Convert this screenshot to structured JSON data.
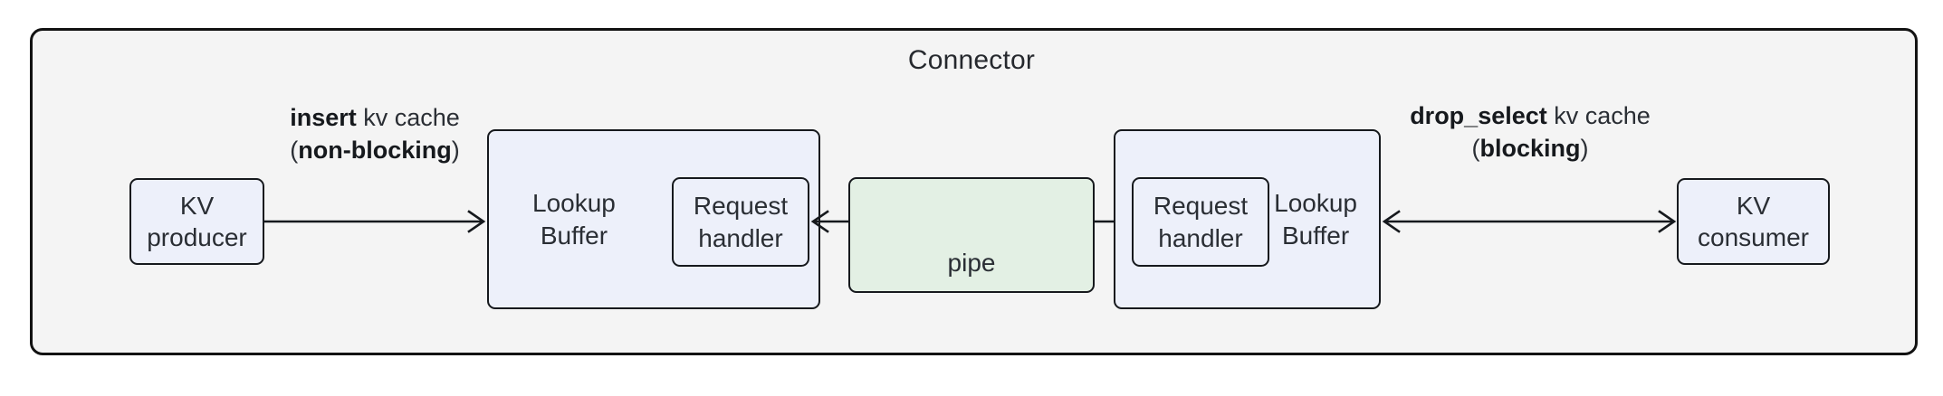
{
  "diagram": {
    "type": "flow",
    "title": "Connector",
    "nodes": [
      {
        "id": "kv-producer",
        "label": "KV\nproducer",
        "fill": "#edf0fa",
        "stroke": "#16191d"
      },
      {
        "id": "lb-left",
        "label": "Lookup\nBuffer",
        "fill": "#edf0fa",
        "stroke": "#16191d"
      },
      {
        "id": "rh-left",
        "label": "Request\nhandler",
        "fill": "#edf0fa",
        "stroke": "#16191d"
      },
      {
        "id": "pipe",
        "label": "pipe",
        "fill": "#e3f0e4",
        "stroke": "#16191d"
      },
      {
        "id": "rh-right",
        "label": "Request\nhandler",
        "fill": "#edf0fa",
        "stroke": "#16191d"
      },
      {
        "id": "lb-right",
        "label": "Lookup\nBuffer",
        "fill": "#edf0fa",
        "stroke": "#16191d"
      },
      {
        "id": "kv-consumer",
        "label": "KV\nconsumer",
        "fill": "#edf0fa",
        "stroke": "#16191d"
      }
    ],
    "edges": [
      {
        "id": "edge-insert",
        "from": "kv-producer",
        "to": "lb-left",
        "direction": "forward",
        "label_bold": "insert",
        "label_rest": " kv cache",
        "label_line2_prefix": "(",
        "label_line2_bold": "non-blocking",
        "label_line2_suffix": ")"
      },
      {
        "id": "edge-pipe",
        "from": "rh-left",
        "to": "rh-right",
        "direction": "bidirectional",
        "label_bold": "",
        "label_rest": ""
      },
      {
        "id": "edge-drop-select",
        "from": "lb-right",
        "to": "kv-consumer",
        "direction": "bidirectional",
        "label_bold": "drop_select",
        "label_rest": " kv cache",
        "label_line2_prefix": "(",
        "label_line2_bold": "blocking",
        "label_line2_suffix": ")"
      }
    ],
    "frame": {
      "label": "Connector",
      "fill": "#f4f4f4",
      "stroke": "#121212"
    }
  }
}
